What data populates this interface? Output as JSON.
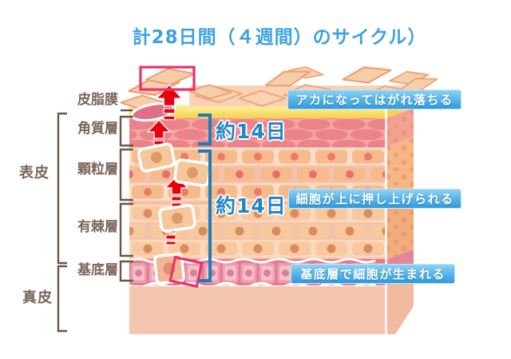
{
  "title": "計28日間（４週間）のサイクル）",
  "skin_layers": [
    {
      "label": "皮脂膜"
    },
    {
      "label": "角質層"
    },
    {
      "label": "顆粒層"
    },
    {
      "label": "有棘層"
    },
    {
      "label": "基底層"
    }
  ],
  "regions": {
    "epidermis": "表皮",
    "dermis": "真皮"
  },
  "durations": {
    "upper": "約14日",
    "lower": "約14日"
  },
  "callouts": [
    {
      "text": "アカになってはがれ落ちる"
    },
    {
      "text": "細胞が上に押し上げられる"
    },
    {
      "text": "基底層で細胞が生まれる"
    }
  ],
  "colors": {
    "title_blue": "#3ea2e2",
    "label_brown": "#7a655a",
    "duration_blue": "#1e87c9",
    "callout_blue_top": "#8ed2f2",
    "callout_blue_bottom": "#2f9bdf",
    "arrow_red": "#e8000d",
    "highlight_pink": "#e7336a",
    "bracket_blue": "#1c7dbd",
    "bracket_brown": "#6b5648",
    "sebum_yellow": "#f7d04e",
    "stratum_corneum_pink": "#f5a7a5",
    "dermis_peach": "#f5c6ae"
  }
}
